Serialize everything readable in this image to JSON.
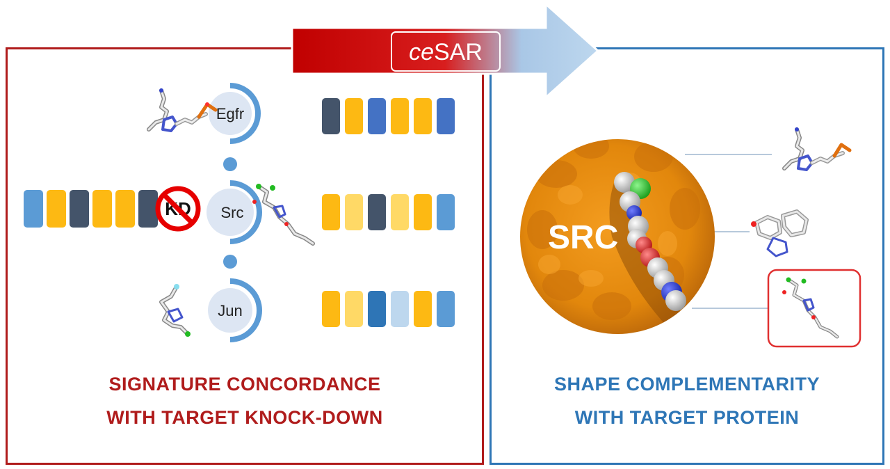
{
  "arrow": {
    "label_italic": "ce",
    "label_rest": "SAR"
  },
  "left": {
    "caption_line1": "SIGNATURE CONCORDANCE",
    "caption_line2": "WITH TARGET KNOCK-DOWN",
    "genes": [
      "Egfr",
      "Src",
      "Jun"
    ],
    "knockdown_label": "KD"
  },
  "right": {
    "caption_line1": "SHAPE COMPLEMENTARITY",
    "caption_line2": "WITH TARGET PROTEIN",
    "protein_label": "SRC"
  },
  "colors": {
    "left_border": "#b01c1c",
    "right_border": "#2e76b6",
    "dark_navy": "#44546a",
    "gold": "#fdb913",
    "light_gold": "#ffd966",
    "blue": "#4472c4",
    "mid_blue": "#2e75b6",
    "light_blue": "#5b9bd5",
    "pale_blue": "#bdd7ee",
    "protein": "#e58a0e"
  },
  "signatures": {
    "egfr": [
      "dark_navy",
      "gold",
      "blue",
      "gold",
      "gold",
      "blue"
    ],
    "src_knockdown": [
      "light_blue",
      "gold",
      "dark_navy",
      "gold",
      "gold",
      "dark_navy"
    ],
    "src": [
      "gold",
      "light_gold",
      "dark_navy",
      "light_gold",
      "gold",
      "light_blue"
    ],
    "jun": [
      "gold",
      "light_gold",
      "mid_blue",
      "pale_blue",
      "gold",
      "light_blue"
    ]
  }
}
